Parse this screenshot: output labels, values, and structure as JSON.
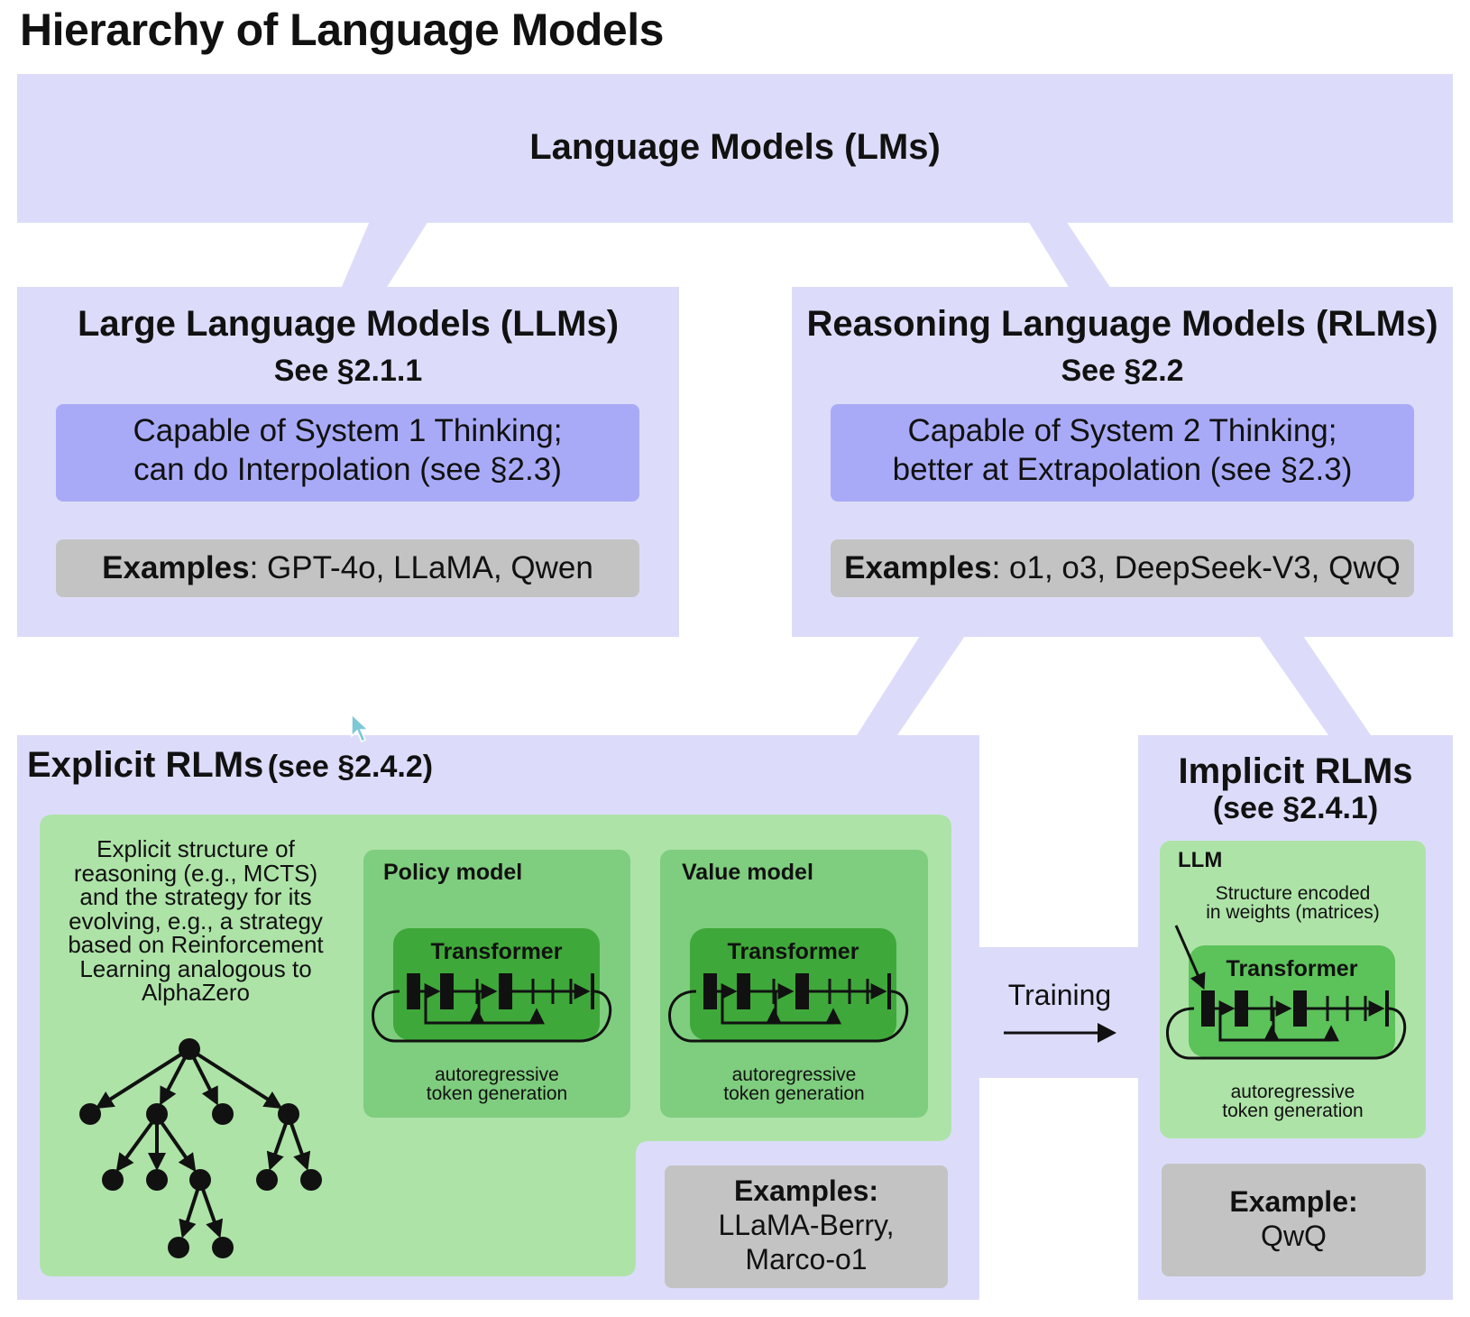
{
  "title": "Hierarchy of Language Models",
  "lm": {
    "label": "Language Models (LMs)"
  },
  "llm": {
    "title": "Large Language Models (LLMs)",
    "see": "See §2.1.1",
    "capability_line1": "Capable of System 1 Thinking;",
    "capability_line2": "can do Interpolation (see §2.3)",
    "examples_label": "Examples",
    "examples_text": ": GPT-4o, LLaMA, Qwen"
  },
  "rlm": {
    "title": "Reasoning Language Models (RLMs)",
    "see": "See §2.2",
    "capability_line1": "Capable of System 2 Thinking;",
    "capability_line2": "better at Extrapolation (see §2.3)",
    "examples_label": "Examples",
    "examples_text": ": o1, o3, DeepSeek-V3, QwQ"
  },
  "explicit": {
    "title": "Explicit RLMs",
    "see": "(see §2.4.2)",
    "description": [
      "Explicit structure of",
      "reasoning (e.g., MCTS)",
      "and the strategy for its",
      "evolving, e.g., a strategy",
      "based on Reinforcement",
      "Learning analogous to",
      "AlphaZero"
    ],
    "policy_label": "Policy model",
    "value_label": "Value model",
    "transformer_label": "Transformer",
    "gen_line1": "autoregressive",
    "gen_line2": "token generation",
    "examples_label": "Examples:",
    "examples_line1": "LLaMA-Berry,",
    "examples_line2": "Marco-o1"
  },
  "training": {
    "label": "Training"
  },
  "implicit": {
    "title": "Implicit RLMs",
    "see": "(see §2.4.1)",
    "llm_label": "LLM",
    "structure_line1": "Structure encoded",
    "structure_line2": "in weights (matrices)",
    "transformer_label": "Transformer",
    "gen_line1": "autoregressive",
    "gen_line2": "token generation",
    "example_label": "Example:",
    "example_text": "QwQ"
  },
  "colors": {
    "lavender": "#dcdcfa",
    "purple": "#a9aaf7",
    "gray": "#c3c3c3",
    "light_green": "#aee3a8",
    "mid_green": "#7fcd7f",
    "dark_green": "#3fa83a",
    "implicit_transformer_green": "#5cc25a"
  }
}
